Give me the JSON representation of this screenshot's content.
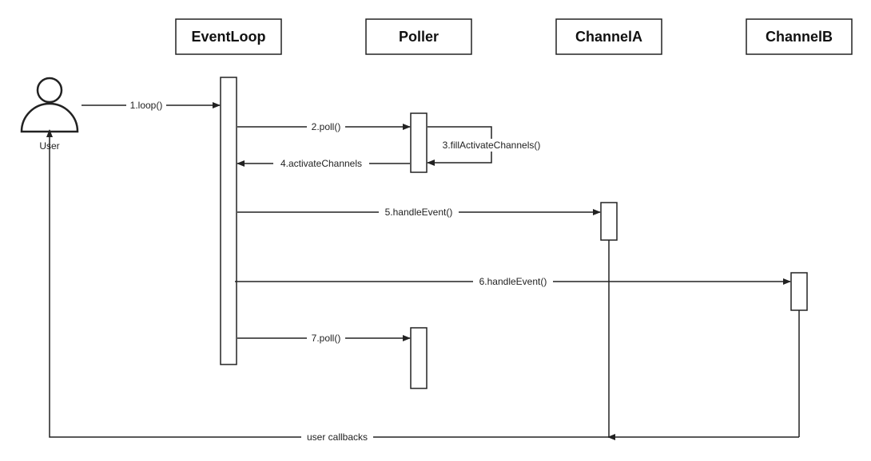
{
  "actor": {
    "label": "User",
    "icon": "user-actor-icon"
  },
  "objects": {
    "eventloop": "EventLoop",
    "poller": "Poller",
    "channela": "ChannelA",
    "channelb": "ChannelB"
  },
  "messages": {
    "m1": "1.loop()",
    "m2": "2.poll()",
    "m3": "3.fillActivateChannels()",
    "m4": "4.activateChannels",
    "m5": "5.handleEvent()",
    "m6": "6.handleEvent()",
    "m7": "7.poll()",
    "m8": "user callbacks"
  },
  "colors": {
    "line": "#222222",
    "box_border": "#222222",
    "background": "#ffffff"
  }
}
